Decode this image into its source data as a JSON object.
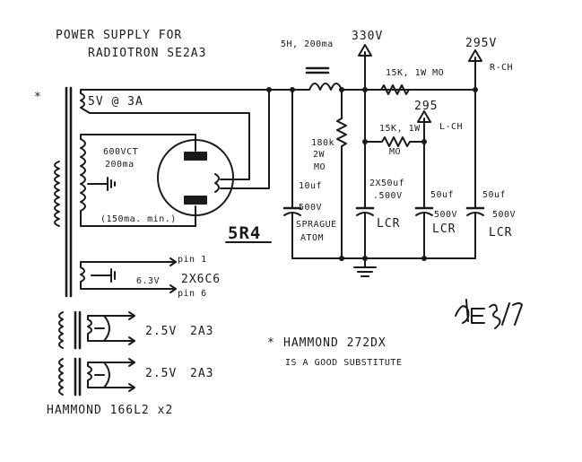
{
  "title": {
    "line1": "POWER SUPPLY FOR",
    "line2": "RADIOTRON SE2A3"
  },
  "transformer": {
    "asterisk": "*",
    "secondary_5v": "5V @ 3A",
    "hv_winding_1": "600VCT",
    "hv_winding_2": "200ma",
    "hv_winding_3": "(150ma. min.)",
    "heater_6v": "6.3V",
    "heater_tubes": "2X6C6",
    "pin1": "pin 1",
    "pin6": "pin 6"
  },
  "rectifier": {
    "label": "5R4"
  },
  "choke": {
    "label": "5H, 200ma"
  },
  "bleeder": {
    "l1": "180k",
    "l2": "2W",
    "l3": "MO"
  },
  "caps": {
    "c1": {
      "l1": "10uf",
      "l2": "500V"
    },
    "c1_brand": {
      "l1": "SPRAGUE",
      "l2": "ATOM"
    },
    "c2": {
      "l1": "2X50uf",
      "l2": ".500V",
      "brand": "LCR"
    },
    "c3": {
      "l1": "50uf",
      "l2": "500V",
      "brand": "LCR"
    },
    "c4": {
      "l1": "50uf",
      "l2": "500V",
      "brand": "LCR"
    }
  },
  "resistors": {
    "r_right": "15K, 1W MO",
    "r_left_1": "15K, 1W",
    "r_left_2": "MO"
  },
  "rails": {
    "main": "330V",
    "right_voltage": "295V",
    "right_tag": "R-CH",
    "left_voltage": "295",
    "left_tag": "L-CH"
  },
  "filament": {
    "t1_voltage": "2.5V",
    "t1_tube": "2A3",
    "t2_voltage": "2.5V",
    "t2_tube": "2A3",
    "model": "HAMMOND 166L2 x2"
  },
  "note": {
    "star": "*",
    "line1": "HAMMOND 272DX",
    "line2": "IS A GOOD SUBSTITUTE"
  },
  "signature": "JE 3/07"
}
